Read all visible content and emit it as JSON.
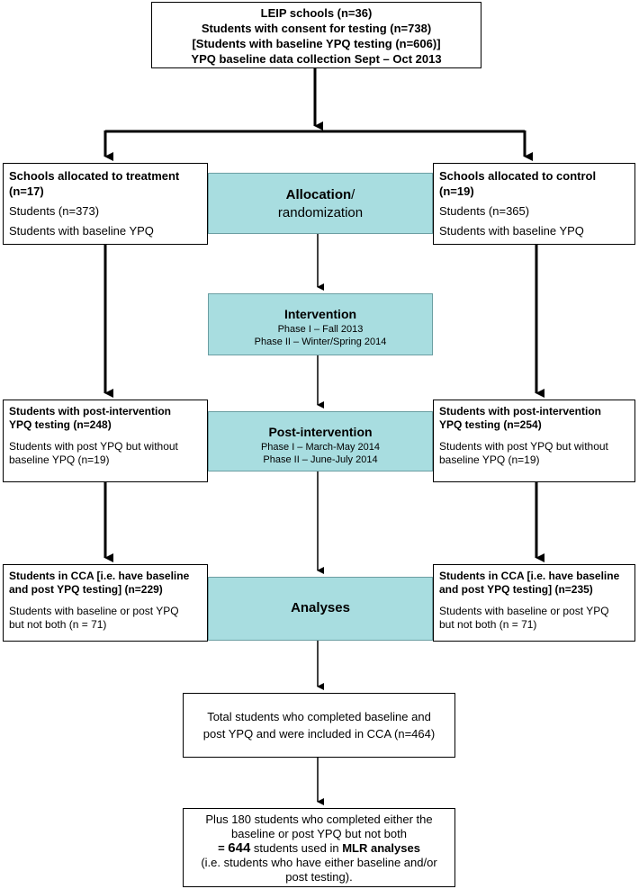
{
  "top_box": {
    "lines": [
      "LEIP schools (n=36)",
      "Students with consent for testing (n=738)",
      "[Students with baseline YPQ testing (n=606)]",
      "YPQ baseline data collection Sept – Oct 2013"
    ]
  },
  "treatment": {
    "allocation": {
      "title": "Schools allocated to treatment",
      "title_n": "(n=17)",
      "students": "Students (n=373)",
      "baseline": "Students with baseline YPQ"
    },
    "post": {
      "title": "Students with post-intervention",
      "title2": "YPQ testing (n=248)",
      "note": "Students with post YPQ but without",
      "note2": "baseline YPQ (n=19)"
    },
    "cca": {
      "title": "Students in CCA [i.e. have baseline",
      "title2": "and post YPQ testing] (n=229)",
      "note": "Students with baseline or post YPQ",
      "note2": "but not both (n = 71)"
    }
  },
  "control": {
    "allocation": {
      "title": "Schools allocated to control",
      "title_n": "(n=19)",
      "students": "Students (n=365)",
      "baseline": "Students with baseline YPQ"
    },
    "post": {
      "title": "Students with post-intervention",
      "title2": "YPQ testing (n=254)",
      "note": "Students with post YPQ but without",
      "note2": "baseline YPQ (n=19)"
    },
    "cca": {
      "title": "Students in CCA [i.e. have baseline",
      "title2": "and post YPQ testing] (n=235)",
      "note": "Students with baseline or post YPQ",
      "note2": "but not both (n = 71)"
    }
  },
  "stages": {
    "allocation": {
      "title": "Allocation",
      "slash": "/",
      "sub": "randomization"
    },
    "intervention": {
      "title": "Intervention",
      "line1": "Phase I – Fall 2013",
      "line2": "Phase II – Winter/Spring 2014"
    },
    "post_intervention": {
      "title": "Post-intervention",
      "line1": "Phase I – March-May 2014",
      "line2": "Phase II – June-July 2014"
    },
    "analyses": {
      "title": "Analyses"
    }
  },
  "total_box": {
    "line1": "Total students who completed baseline and",
    "line2": "post YPQ and were included in CCA (n=464)"
  },
  "final_box": {
    "line1": "Plus 180 students who completed either the",
    "line2": "baseline or post YPQ but not both",
    "eq": "= ",
    "num": "644",
    "mid": " students used in ",
    "mlr": "MLR analyses",
    "line4": "(i.e. students who have either baseline and/or",
    "line5": "post testing)."
  }
}
